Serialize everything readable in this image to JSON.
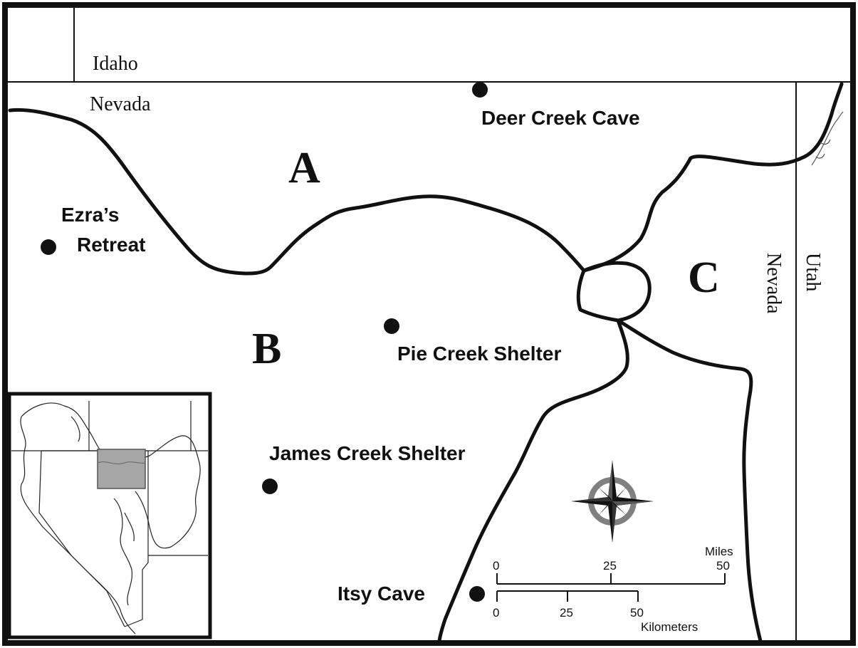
{
  "states": {
    "idaho": "Idaho",
    "nevada_top": "Nevada",
    "nevada_right": "Nevada",
    "utah": "Utah"
  },
  "regions": [
    "A",
    "B",
    "C"
  ],
  "sites": {
    "deer_creek": "Deer Creek Cave",
    "ezras_line1": "Ezra’s",
    "ezras_line2": "Retreat",
    "pie_creek": "Pie Creek Shelter",
    "james_creek": "James Creek Shelter",
    "itsy": "Itsy Cave"
  },
  "scale_bar": {
    "miles_unit": "Miles",
    "miles_ticks": [
      "0",
      "25",
      "50"
    ],
    "km_unit": "Kilometers",
    "km_ticks": [
      "0",
      "25",
      "50"
    ]
  },
  "colors": {
    "ink": "#111111",
    "inset_box": "#a6a6a6",
    "compass_ring": "#808080"
  },
  "icons": {
    "compass": "compass-rose-icon",
    "site_marker": "site-marker-icon",
    "signature": "signature-icon"
  }
}
